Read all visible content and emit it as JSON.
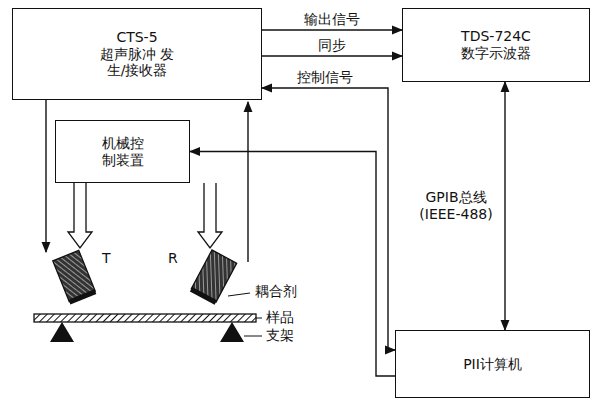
{
  "diagram": {
    "nodes": [
      {
        "text": [
          "CTS-5",
          "超声脉冲 发生/接收器"
        ]
      },
      {
        "text": [
          "TDS-724C",
          "数字示波器"
        ]
      },
      {
        "text": [
          "机械控 制装置"
        ]
      },
      {
        "text": [
          "PII计算机"
        ]
      }
    ],
    "edges": [
      {
        "from": 0,
        "to": 1,
        "label": "输出信号",
        "arrow": "to"
      },
      {
        "from": 0,
        "to": 1,
        "label": "同步",
        "arrow": "to"
      },
      {
        "from": 1,
        "to": 3,
        "label": "GPIB总线 (IEEE-488)",
        "arrow": "both"
      },
      {
        "from": 0,
        "to": 3,
        "label": "控制信号",
        "arrow": "both"
      },
      {
        "from": 3,
        "to": 2,
        "arrow": "to"
      }
    ],
    "labels": [
      "T",
      "R",
      "耦合剂",
      "样品",
      "支架"
    ]
  }
}
